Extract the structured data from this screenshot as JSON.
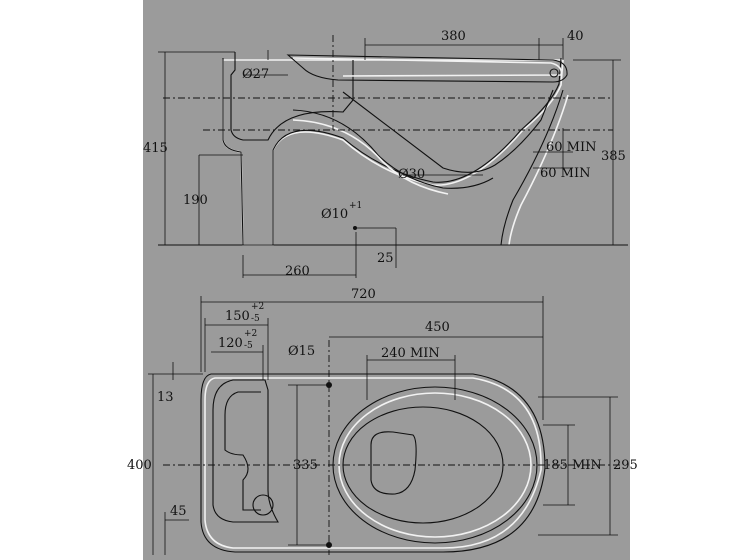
{
  "side_view": {
    "dims": {
      "d380": "380",
      "d40": "40",
      "d415": "415",
      "d385": "385",
      "d190": "190",
      "d260": "260",
      "d25": "25",
      "phi27": "Ø27",
      "phi30": "Ø30",
      "phi10": "Ø10",
      "phi10_tol": "+1",
      "min60a": "60 MIN",
      "min60b": "60 MIN"
    }
  },
  "plan_view": {
    "dims": {
      "d720": "720",
      "d150": "150",
      "d150_tol_up": "+2",
      "d150_tol_dn": "-5",
      "d120": "120",
      "d120_tol_up": "+2",
      "d120_tol_dn": "-5",
      "d450": "450",
      "d240": "240 MIN",
      "phi15": "Ø15",
      "d13": "13",
      "d45": "45",
      "d400": "400",
      "d335": "335",
      "d185": "185 MIN",
      "d295": "295"
    }
  }
}
